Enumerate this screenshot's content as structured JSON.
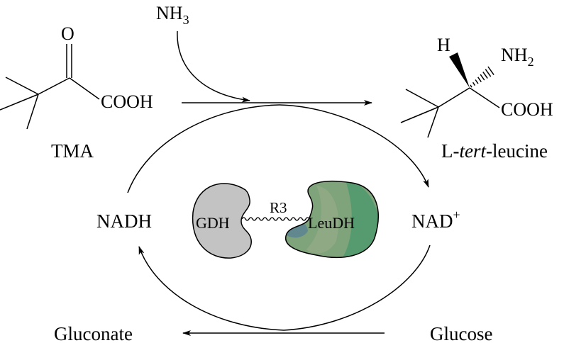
{
  "labels": {
    "substrate": "TMA",
    "product_prefix": "L-",
    "product_italic": "tert",
    "product_suffix": "-leucine",
    "ammonia_base": "NH",
    "ammonia_sub": "3",
    "carbonyl_o": "O",
    "substrate_acid": "COOH",
    "product_acid": "COOH",
    "product_h": "H",
    "product_amine_base": "NH",
    "product_amine_sub": "2",
    "cofactor_reduced": "NADH",
    "cofactor_oxidized_base": "NAD",
    "cofactor_oxidized_sup": "+",
    "cosubstrate": "Glucose",
    "coproduct": "Gluconate",
    "enzyme_left": "GDH",
    "enzyme_right": "LeuDH",
    "linker": "R3"
  },
  "colors": {
    "gdh_fill": "#c3c3c3",
    "leudh_fill": "#7fa37a",
    "leudh_dark": "#4f9a6e",
    "leudh_light": "#97ad8a",
    "pocket_blue": "#5d8590",
    "stroke": "#000000"
  }
}
